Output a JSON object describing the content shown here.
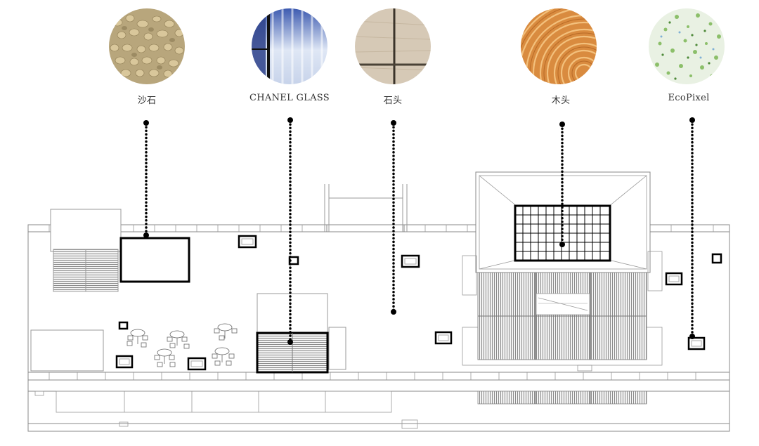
{
  "materials": [
    {
      "id": "gravel",
      "label": "沙石",
      "icon": "gravel-texture"
    },
    {
      "id": "chanel-glass",
      "label": "CHANEL GLASS",
      "icon": "glass-texture"
    },
    {
      "id": "stone",
      "label": "石头",
      "icon": "stone-texture"
    },
    {
      "id": "wood",
      "label": "木头",
      "icon": "wood-ring-texture"
    },
    {
      "id": "ecopixel",
      "label": "EcoPixel",
      "icon": "ecopixel-texture"
    }
  ],
  "colors": {
    "line": "#000000",
    "thin_line": "#666666",
    "grate_fill": "#9a9a9a",
    "wood_a": "#d98b3f",
    "wood_b": "#f0b66e",
    "gravel": "#c9b58a",
    "stone": "#d8cdbd",
    "eco": "#cfe3c3"
  }
}
